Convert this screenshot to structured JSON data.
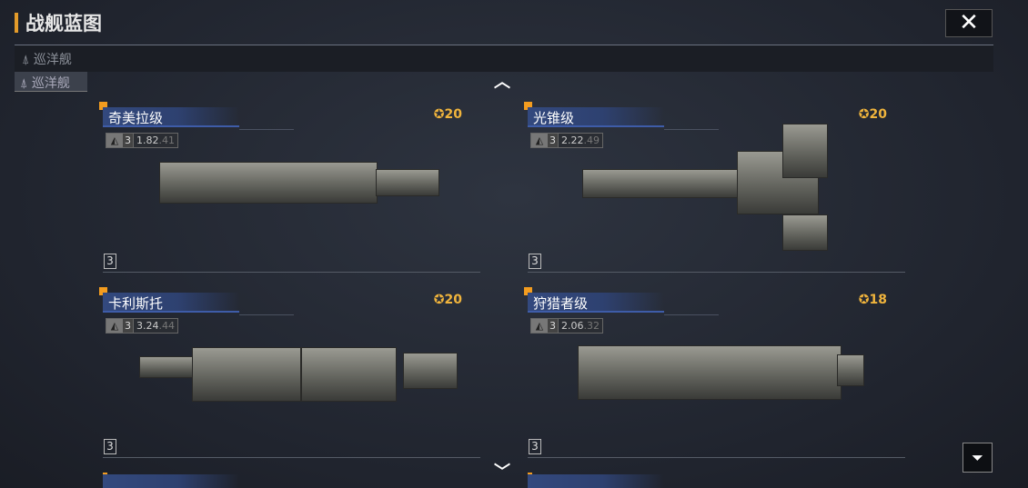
{
  "header": {
    "title": "战舰蓝图",
    "close_icon": "close-icon"
  },
  "filter": {
    "current": "巡洋舰",
    "dropdown_value": "巡洋舰"
  },
  "cards": [
    {
      "name": "奇美拉级",
      "cost": "20",
      "tier": "3",
      "value": "1.82",
      "value_sub": ".41"
    },
    {
      "name": "光锥级",
      "cost": "20",
      "tier": "3",
      "value": "2.22",
      "value_sub": ".49"
    },
    {
      "name": "卡利斯托",
      "cost": "20",
      "tier": "3",
      "value": "3.24",
      "value_sub": ".44"
    },
    {
      "name": "狩猎者级",
      "cost": "18",
      "tier": "3",
      "value": "2.06",
      "value_sub": ".32"
    }
  ],
  "colors": {
    "accent": "#f39c1f",
    "header_blue": "#33497e",
    "cost": "#f0b43c"
  }
}
